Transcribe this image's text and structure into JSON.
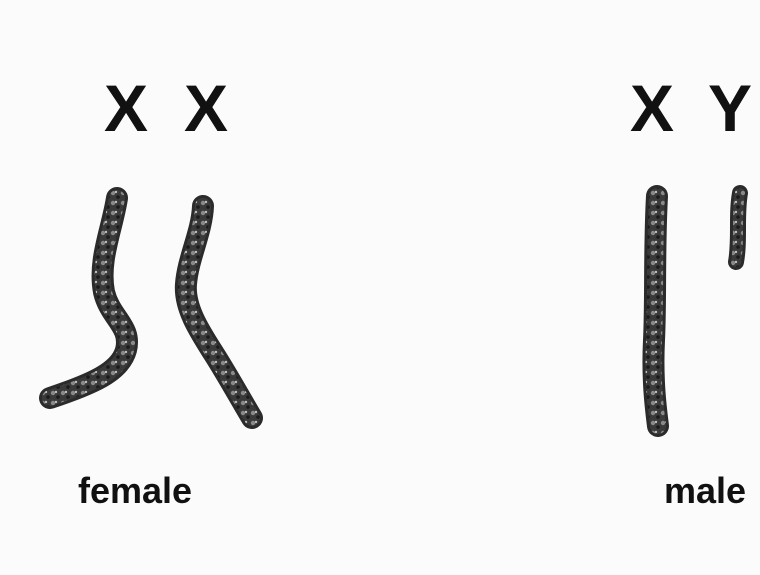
{
  "female": {
    "chromosomes": [
      "X",
      "X"
    ],
    "label": "female"
  },
  "male": {
    "chromosomes": [
      "X",
      "Y"
    ],
    "label": "male"
  }
}
